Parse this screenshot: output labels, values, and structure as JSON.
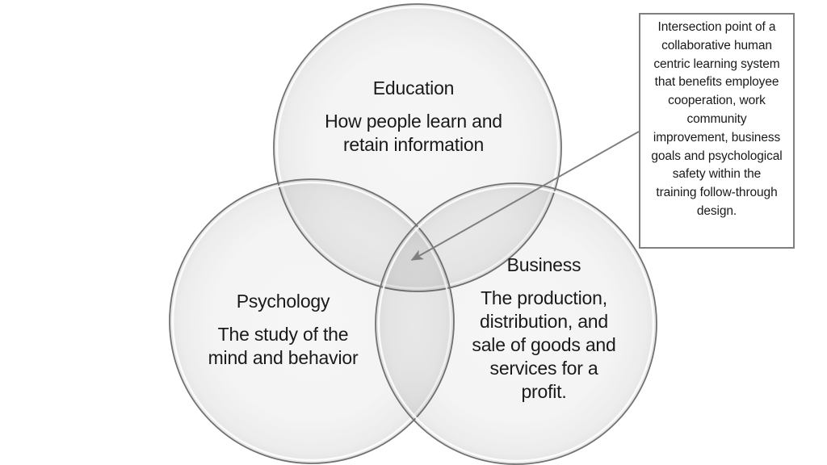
{
  "colors": {
    "background": "#ffffff",
    "circle_fill_base": "#404040",
    "circle_stroke": "#707274",
    "callout_border": "#7f7f7f",
    "arrow": "#7d7f81",
    "text": "#1a1a1a"
  },
  "circles": [
    {
      "id": "education",
      "title": "Education",
      "description": "How people learn and retain information"
    },
    {
      "id": "psychology",
      "title": "Psychology",
      "description": "The study of the mind and behavior"
    },
    {
      "id": "business",
      "title": "Business",
      "description": "The production, distribution, and sale of goods and services for a profit."
    }
  ],
  "callout": {
    "text": "Intersection point of a collaborative human centric learning system that benefits employee cooperation, work community improvement, business goals and psychological safety within the training follow-through design."
  }
}
